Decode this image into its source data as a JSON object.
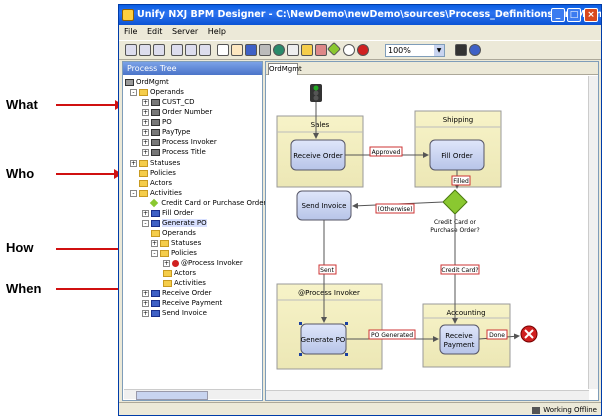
{
  "annotations": {
    "what": "What",
    "who": "Who",
    "how": "How",
    "when": "When"
  },
  "window": {
    "title": "Unify NXJ BPM Designer - C:\\NewDemo\\newDemo\\sources\\Process_Definitions\\OrdMgmt.xml"
  },
  "menu": [
    "File",
    "Edit",
    "Server",
    "Help"
  ],
  "toolbar": {
    "zoom": "100%"
  },
  "left_panel": {
    "title": "Process Tree"
  },
  "tree": {
    "root": "OrdMgmt",
    "operands": "Operands",
    "cust_cd": "CUST_CD",
    "order_number": "Order Number",
    "po": "PO",
    "paytype": "PayType",
    "process_invoker": "Process Invoker",
    "process_title": "Process Title",
    "statuses": "Statuses",
    "policies": "Policies",
    "actors": "Actors",
    "activities": "Activities",
    "credit_card": "Credit Card or Purchase Order?",
    "fill_order": "Fill Order",
    "generate_po": "Generate PO",
    "gp_operands": "Operands",
    "gp_statuses": "Statuses",
    "gp_policies": "Policies",
    "gp_invoker": "@Process Invoker",
    "gp_actors": "Actors",
    "gp_activities": "Activities",
    "receive_order": "Receive Order",
    "receive_payment": "Receive Payment",
    "send_invoice": "Send Invoice"
  },
  "tab": "OrdMgmt",
  "diagram": {
    "lanes": {
      "sales": "Sales",
      "shipping": "Shipping",
      "invoker": "@Process Invoker",
      "accounting": "Accounting"
    },
    "activities": {
      "receive_order": "Receive Order",
      "fill_order": "Fill Order",
      "send_invoice": "Send Invoice",
      "generate_po": "Generate PO",
      "receive_payment": [
        "Receive",
        "Payment"
      ]
    },
    "decision": [
      "Credit Card or",
      "Purchase Order?"
    ],
    "transitions": {
      "approved": "Approved",
      "filled": "Filled",
      "otherwise": "(Otherwise)",
      "sent": "Sent",
      "credit_card": "Credit Card?",
      "po_generated": "PO Generated",
      "done": "Done"
    }
  },
  "status": {
    "text": "Working Offline"
  }
}
